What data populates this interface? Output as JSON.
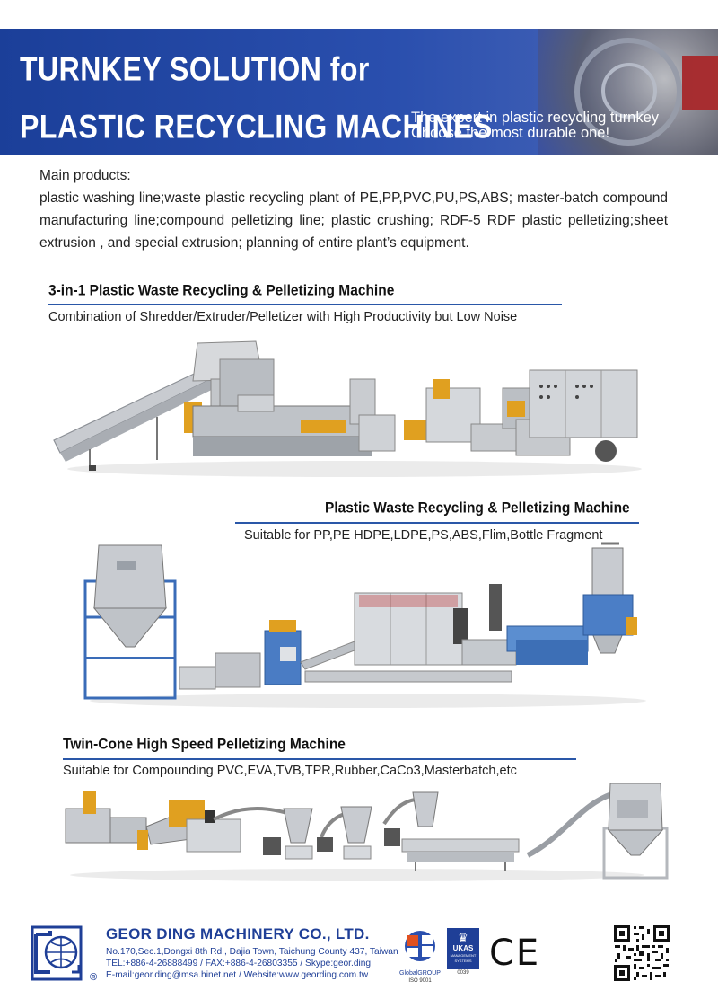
{
  "banner": {
    "title_line1": "TURNKEY SOLUTION for",
    "title_line2": "PLASTIC RECYCLING MACHINES",
    "tagline_line1": "The expert in plastic recycling turnkey",
    "tagline_line2": "Choose the most durable one!"
  },
  "intro": {
    "heading": "Main products:",
    "body": "plastic washing line;waste plastic recycling plant of PE,PP,PVC,PU,PS,ABS; master-batch compound manufacturing line;compound pelletizing line; plastic crushing; RDF-5 RDF plastic pelletizing;sheet extrusion , and special extrusion; planning of entire plant’s equipment."
  },
  "sections": [
    {
      "title": "3-in-1 Plastic Waste Recycling & Pelletizing Machine",
      "subtitle": "Combination of Shredder/Extruder/Pelletizer with High Productivity but Low Noise"
    },
    {
      "title": "Plastic Waste Recycling & Pelletizing Machine",
      "subtitle": "Suitable for PP,PE HDPE,LDPE,PS,ABS,Flim,Bottle Fragment"
    },
    {
      "title": "Twin-Cone High Speed Pelletizing Machine",
      "subtitle": "Suitable for Compounding PVC,EVA,TVB,TPR,Rubber,CaCo3,Masterbatch,etc"
    }
  ],
  "footer": {
    "company": "GEOR DING MACHINERY CO., LTD.",
    "address": "No.170,Sec.1,Dongxi 8th Rd., Dajia Town, Taichung County 437, Taiwan",
    "phone": "TEL:+886-4-26888499 / FAX:+886-4-26803355 / Skype:geor.ding",
    "email": "E-mail:geor.ding@msa.hinet.net / Website:www.geording.com.tw",
    "registered_mark": "®",
    "cert_globalgroup_label": "GlobalGROUP",
    "cert_globalgroup_iso": "ISO 9001",
    "cert_ukas_label": "UKAS",
    "cert_ukas_sub": "MANAGEMENT SYSTEMS",
    "cert_ukas_code": "0039",
    "ce_mark": "CE"
  },
  "colors": {
    "brand_blue": "#1f3f97",
    "banner_blue": "#2a4fae",
    "rule_blue": "#2a57a8",
    "machine_orange": "#e0a020"
  },
  "icons": [
    "company-logo-icon",
    "globalgroup-cert-icon",
    "ukas-cert-icon",
    "ce-mark-icon",
    "qr-code-icon"
  ]
}
